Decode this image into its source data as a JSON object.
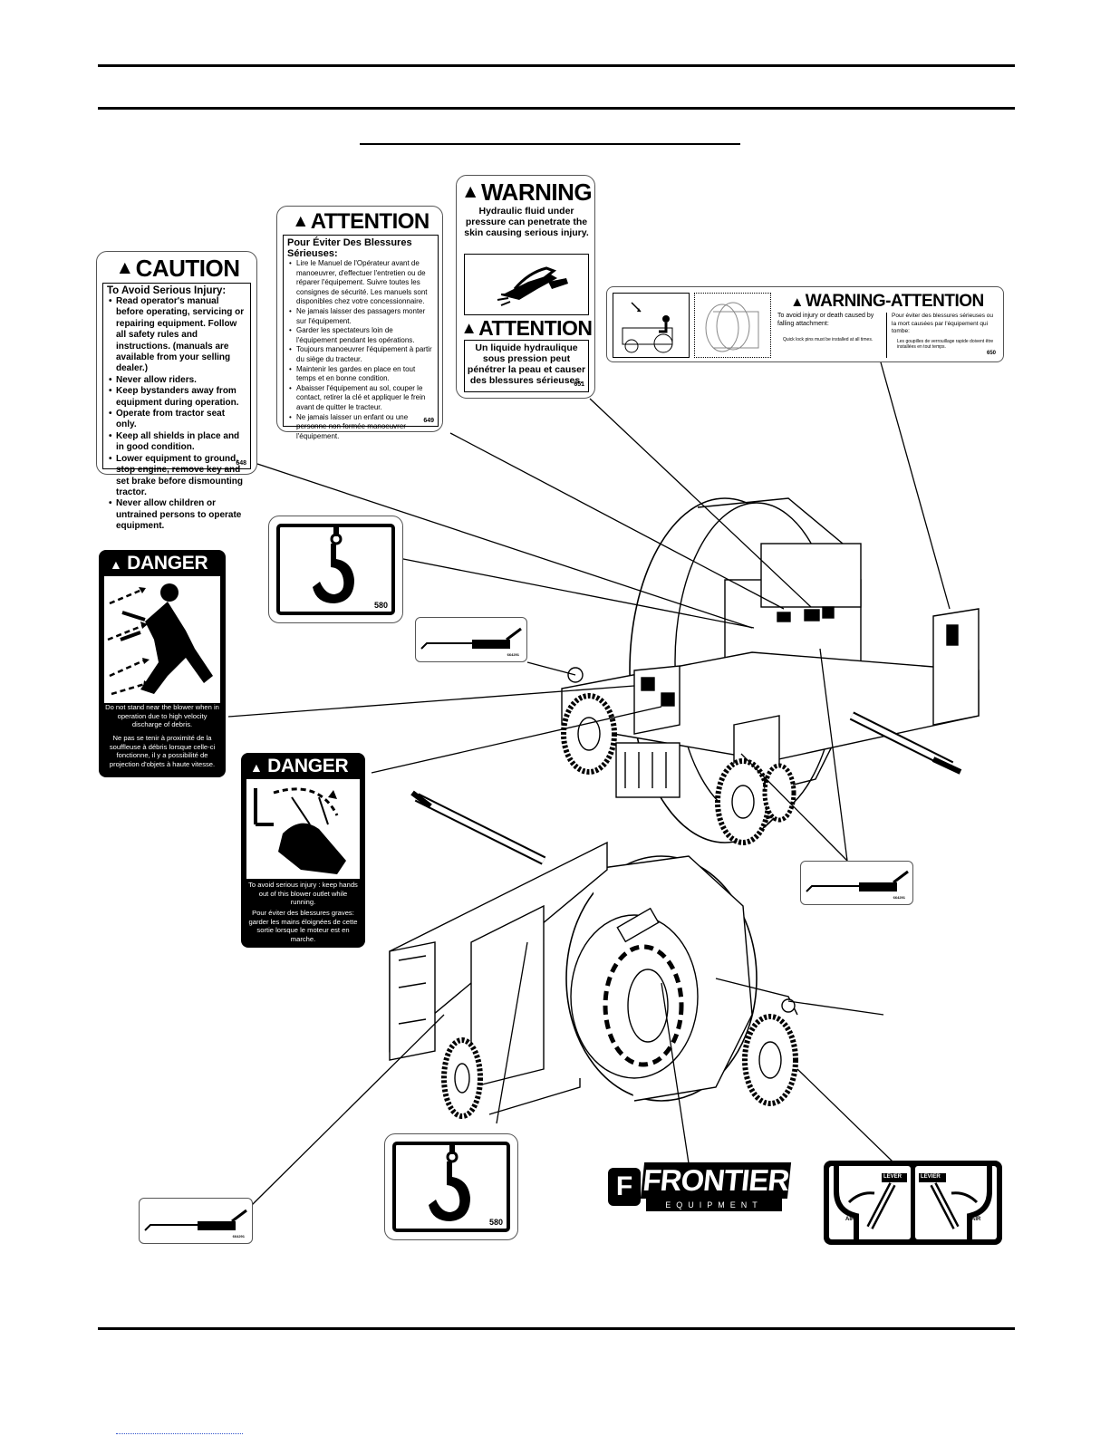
{
  "caution": {
    "header": "CAUTION",
    "subtitle": "To Avoid Serious Injury:",
    "items": [
      "Read operator's manual before operating, servicing or repairing equipment. Follow all safety rules and instructions. (manuals are available from your selling dealer.)",
      "Never allow riders.",
      "Keep bystanders away from equipment during operation.",
      "Operate from tractor seat only.",
      "Keep all shields in place and in good condition.",
      "Lower equipment to ground, stop engine, remove key and set brake before dismounting tractor.",
      "Never allow children or untrained persons to operate equipment."
    ],
    "code": "648"
  },
  "attention": {
    "header": "ATTENTION",
    "subtitle": "Pour Éviter Des Blessures Sérieuses:",
    "items": [
      "Lire le Manuel de l'Opérateur avant de manoeuvrer, d'effectuer l'entretien ou de réparer l'équipement. Suivre toutes les consignes de sécurité. Les manuels sont disponibles chez votre concessionnaire.",
      "Ne jamais laisser des passagers monter sur l'équipement.",
      "Garder les spectateurs loin de l'équipement pendant les opérations.",
      "Toujours manoeuvrer l'équipement à partir du siège du tracteur.",
      "Maintenir les gardes en place en tout temps et en bonne condition.",
      "Abaisser l'équipement au sol, couper le contact, retirer la clé et appliquer le frein avant de quitter le tracteur.",
      "Ne jamais laisser un enfant ou une personne non formée manoeuvrer l'équipement."
    ],
    "code": "649"
  },
  "hydraulic": {
    "warning_header": "WARNING",
    "warning_text": "Hydraulic fluid under pressure can penetrate the skin causing serious injury.",
    "attention_header": "ATTENTION",
    "attention_text": "Un liquide hydraulique sous pression peut pénétrer la peau et causer des blessures sérieuses.",
    "code": "651"
  },
  "warning_attention": {
    "header": "WARNING-ATTENTION",
    "en_title": "To avoid injury or death caused by falling attachment:",
    "en_item": "Quick lock pins must be installed at all times.",
    "fr_title": "Pour éviter des blessures sérieuses ou la mort causées par l'équipement qui tombe:",
    "fr_item": "Les goupilles de verrouillage rapide doivent être installées en tout temps.",
    "code": "650"
  },
  "danger_debris": {
    "header": "DANGER",
    "text_en": "Do not stand near the blower when in operation due to high velocity discharge of debris.",
    "text_fr": "Ne pas se tenir à proximité de la souffleuse à débris lorsque celle-ci fonctionne, il y a possibilité de projection d'objets à haute vitesse."
  },
  "danger_hands": {
    "header": "DANGER",
    "text_en": "To avoid serious injury : keep hands out of this blower outlet while running.",
    "text_fr": "Pour éviter des blessures graves: garder les mains éloignées de cette sortie lorsque le moteur est en marche."
  },
  "hook_code": "580",
  "grease_code": "664291",
  "frontier": {
    "name": "FRONTIER",
    "sub": "EQUIPMENT",
    "letter": "F"
  },
  "lever": {
    "left_top": "LEVER",
    "right_top": "LEVIER",
    "left_bottom": "AIR",
    "right_bottom": "AIR"
  }
}
